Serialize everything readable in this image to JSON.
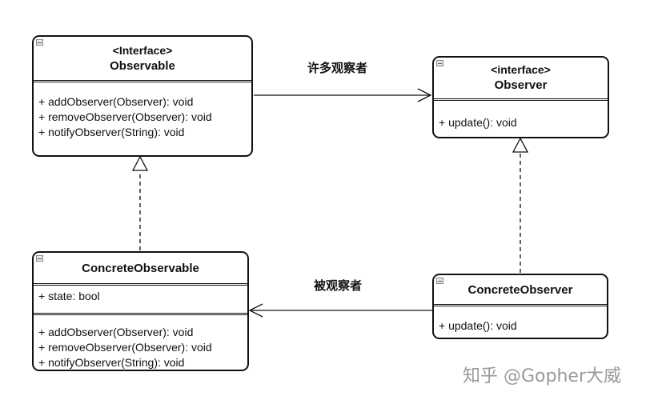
{
  "classes": {
    "observable": {
      "stereotype": "<Interface>",
      "name": "Observable",
      "methods": [
        "+ addObserver(Observer): void",
        "+ removeObserver(Observer): void",
        "+ notifyObserver(String): void"
      ]
    },
    "observer": {
      "stereotype": "<interface>",
      "name": "Observer",
      "methods": [
        "+ update(): void"
      ]
    },
    "concrete_observable": {
      "name": "ConcreteObservable",
      "attributes": [
        "+ state: bool"
      ],
      "methods": [
        "+ addObserver(Observer): void",
        "+ removeObserver(Observer): void",
        "+ notifyObserver(String): void"
      ]
    },
    "concrete_observer": {
      "name": "ConcreteObserver",
      "methods": [
        "+ update(): void"
      ]
    }
  },
  "relations": {
    "observable_to_observer_label": "许多观察者",
    "observer_to_observable_label": "被观察者"
  },
  "watermark": "知乎 @Gopher大威"
}
